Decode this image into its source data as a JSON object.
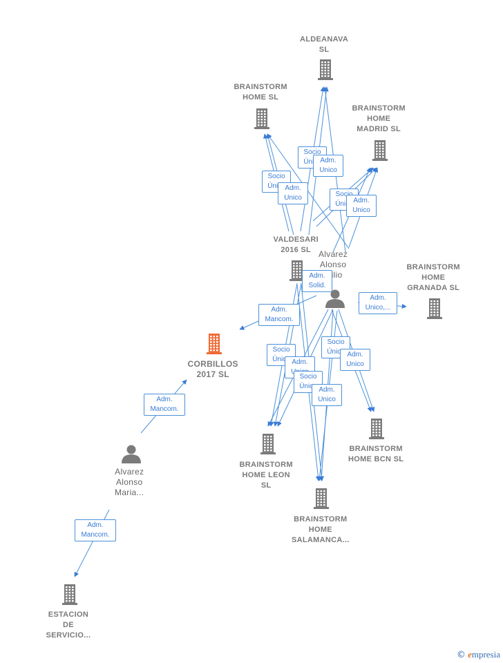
{
  "nodes": [
    {
      "id": "aldeanava",
      "kind": "company",
      "label": [
        "ALDEANAVA",
        "SL"
      ]
    },
    {
      "id": "bh",
      "kind": "company",
      "label": [
        "BRAINSTORM",
        "HOME  SL"
      ]
    },
    {
      "id": "bhmad",
      "kind": "company",
      "label": [
        "BRAINSTORM",
        "HOME",
        "MADRID  SL"
      ]
    },
    {
      "id": "valdesari",
      "kind": "company",
      "label": [
        "VALDESARI",
        "2016  SL"
      ]
    },
    {
      "id": "alvarez1",
      "kind": "person",
      "label": [
        "Alvarez",
        "Alonso",
        "...ilio"
      ]
    },
    {
      "id": "bhgra",
      "kind": "company",
      "label": [
        "BRAINSTORM",
        "HOME",
        "GRANADA  SL"
      ]
    },
    {
      "id": "corbillos",
      "kind": "company-focus",
      "label": [
        "CORBILLOS",
        "2017  SL"
      ]
    },
    {
      "id": "bhbcn",
      "kind": "company",
      "label": [
        "BRAINSTORM",
        "HOME BCN  SL"
      ]
    },
    {
      "id": "bhleon",
      "kind": "company",
      "label": [
        "BRAINSTORM",
        "HOME LEON",
        "SL"
      ]
    },
    {
      "id": "bhsal",
      "kind": "company",
      "label": [
        "BRAINSTORM",
        "HOME",
        "SALAMANCA..."
      ]
    },
    {
      "id": "alvarez2",
      "kind": "person",
      "label": [
        "Alvarez",
        "Alonso",
        "Maria..."
      ]
    },
    {
      "id": "estacion",
      "kind": "company",
      "label": [
        "ESTACION",
        "DE",
        "SERVICIO..."
      ]
    }
  ],
  "edge_labels": [
    [
      "Socio",
      "Único"
    ],
    [
      "Adm.",
      "Unico"
    ],
    [
      "Socio",
      "Único"
    ],
    [
      "Adm.",
      "Unico"
    ],
    [
      "Socio",
      "Único"
    ],
    [
      "Adm.",
      "Unico"
    ],
    [
      "Adm.",
      "Solid."
    ],
    [
      "Adm.",
      "Mancom."
    ],
    [
      "Adm.",
      "Unico,..."
    ],
    [
      "Socio",
      "Único"
    ],
    [
      "Adm.",
      "Unico"
    ],
    [
      "Socio",
      "Único"
    ],
    [
      "Adm.",
      "Unico"
    ],
    [
      "Socio",
      "Único"
    ],
    [
      "Adm.",
      "Unico"
    ],
    [
      "Adm.",
      "Mancom."
    ],
    [
      "Adm.",
      "Mancom."
    ]
  ],
  "colors": {
    "edge": "#4a90d9",
    "company": "#7b7b7b",
    "focus": "#f06a35",
    "person": "#7b7b7b"
  },
  "footer": {
    "copyright": "©",
    "brand_first": "e",
    "brand_rest": "mpresia"
  }
}
